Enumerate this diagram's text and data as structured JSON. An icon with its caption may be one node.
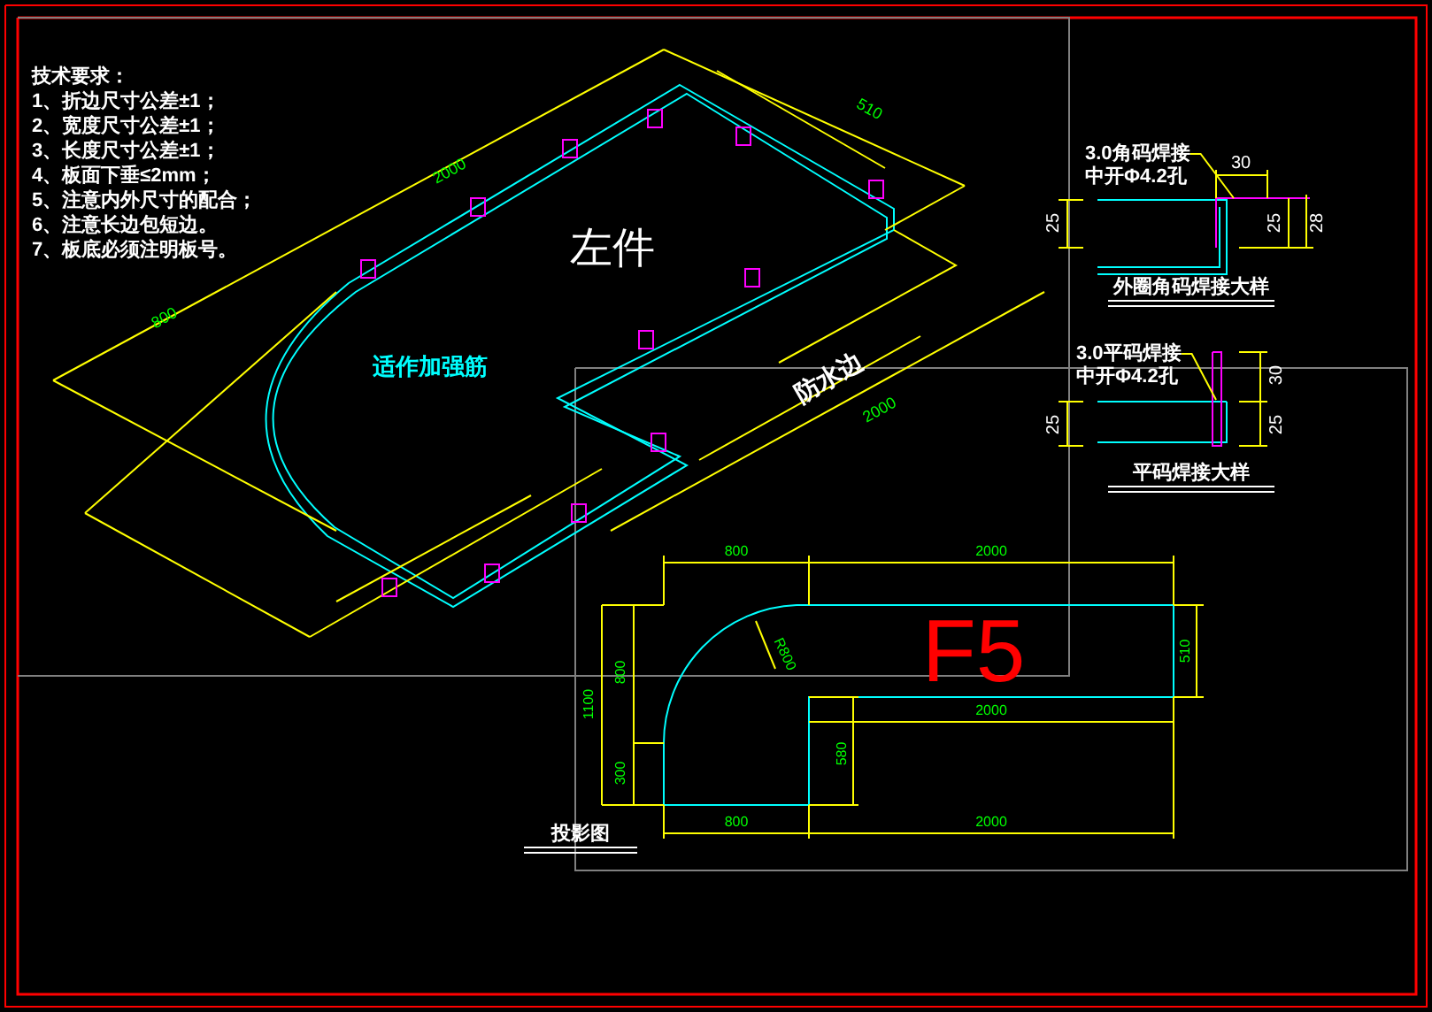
{
  "diagram": {
    "nodes": [
      {
        "text": [
          "3.0角码焊接",
          "中开Φ4.2孔"
        ]
      },
      {
        "text": [
          "3.0平码焊接",
          "中开Φ4.2孔"
        ]
      }
    ],
    "edges": [
      {
        "from": 0,
        "to": null,
        "arrow": "none"
      },
      {
        "from": 1,
        "to": null,
        "arrow": "none"
      }
    ],
    "labels": [
      "技术要求：",
      "1、折边尺寸公差±1；",
      "2、宽度尺寸公差±1；",
      "3、长度尺寸公差±1；",
      "4、板面下垂≤2mm；",
      "5、注意内外尺寸的配合；",
      "6、注意长边包短边。",
      "7、板底必须注明板号。",
      "左件",
      "适作加强筋",
      "防水边",
      "2000",
      "800",
      "510",
      "2000",
      "30",
      "25",
      "25",
      "28",
      "外圈角码焊接大样",
      "30",
      "25",
      "25",
      "平码焊接大样",
      "800",
      "2000",
      "1100",
      "800",
      "300",
      "R800",
      "F5",
      "510",
      "2000",
      "580",
      "800",
      "2000",
      "投影图"
    ]
  }
}
